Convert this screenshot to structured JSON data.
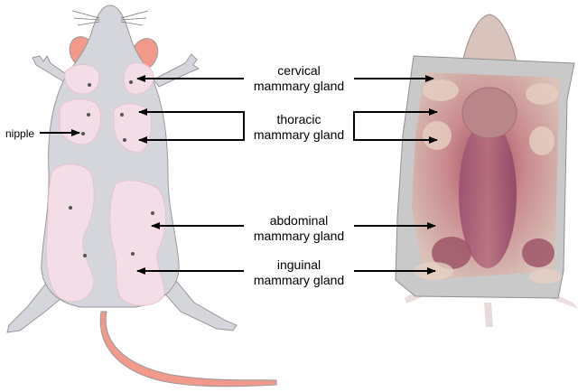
{
  "labels": {
    "nipple": "nipple",
    "cervical": [
      "cervical",
      "mammary gland"
    ],
    "thoracic": [
      "thoracic",
      "mammary gland"
    ],
    "abdominal": [
      "abdominal",
      "mammary gland"
    ],
    "inguinal": [
      "inguinal",
      "mammary gland"
    ]
  },
  "colors": {
    "mouse_body": "#d5d6dc",
    "gland_pink": "#f3dde6",
    "ear_tail": "#f19a8c",
    "nipple_dot": "#555555",
    "tissue": "#c89090"
  }
}
